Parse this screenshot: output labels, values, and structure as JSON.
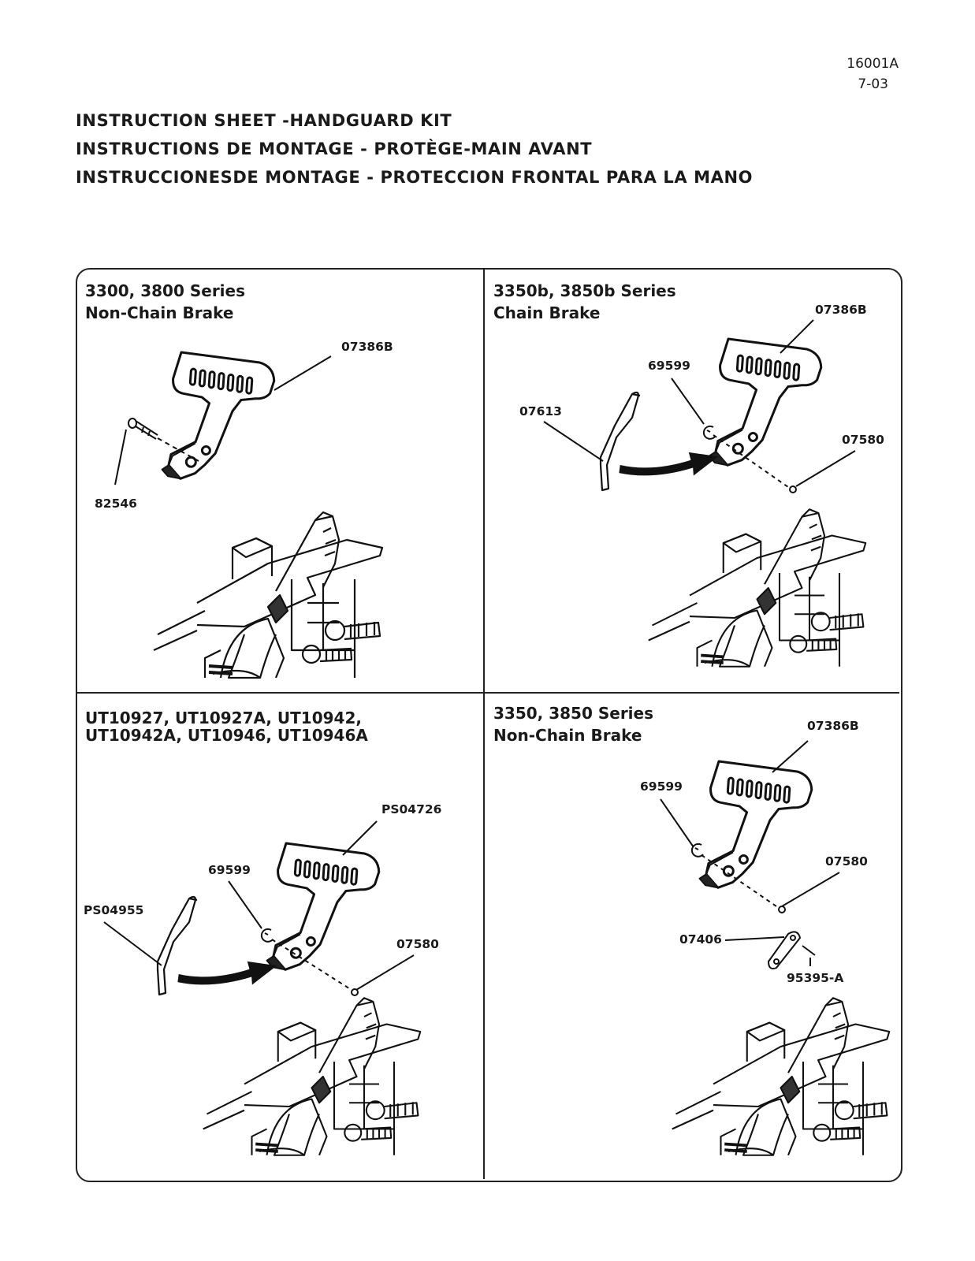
{
  "doc": {
    "number": "16001A",
    "date": "7-03"
  },
  "titles": [
    "INSTRUCTION SHEET -HANDGUARD KIT",
    "INSTRUCTIONS DE MONTAGE - PROTÈGE-MAIN AVANT",
    "INSTRUCCIONESDE MONTAGE - PROTECCION FRONTAL PARA LA MANO"
  ],
  "panels": [
    {
      "title_line1": "3300, 3800 Series",
      "title_line2": "Non-Chain Brake",
      "parts": [
        "07386B",
        "82546"
      ]
    },
    {
      "title_line1": "3350b, 3850b Series",
      "title_line2": "Chain Brake",
      "parts": [
        "07386B",
        "69599",
        "07613",
        "07580"
      ]
    },
    {
      "title_line1": "UT10927, UT10927A, UT10942,",
      "title_line2": "UT10942A, UT10946, UT10946A",
      "parts": [
        "PS04726",
        "69599",
        "PS04955",
        "07580"
      ]
    },
    {
      "title_line1": "3350, 3850 Series",
      "title_line2": "Non-Chain Brake",
      "parts": [
        "07386B",
        "69599",
        "07580",
        "07406",
        "95395-A"
      ]
    }
  ]
}
